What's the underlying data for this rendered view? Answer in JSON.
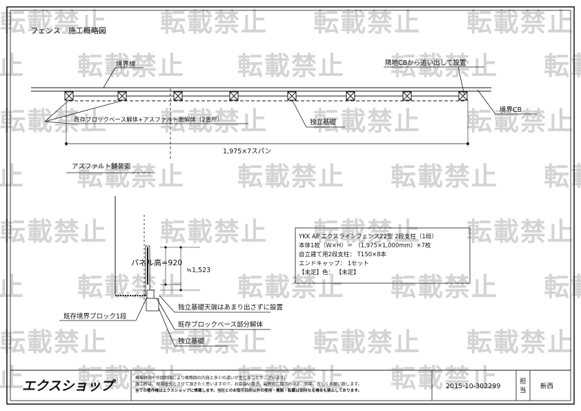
{
  "header": {
    "title": "フェンス　施工概略図"
  },
  "watermark": {
    "text": "転載禁止"
  },
  "plan": {
    "boundary_line_label": "境界線",
    "cb_note": "隣地CBから追い出して設置",
    "boundary_cb_label": "境界CB",
    "demolition_note": "既存ブロックベース解体+アスファルト面解体（2箇所）",
    "foundation_label": "独立基礎",
    "span_label": "1,975×7スパン",
    "asphalt_label": "アスファルト舗装面"
  },
  "section": {
    "panel_height": "パネル高=920",
    "post_height": "≒1,523",
    "existing_block": "既存境界ブロック1段",
    "note_top": "独立基礎天端はあまり出さずに設置",
    "note_mid": "既存ブロックベース部分解体",
    "note_bottom": "独立基礎"
  },
  "spec": {
    "line1": "YKK AP エクスラインフェンス22型 2段支柱（1段）",
    "line2": "本体1枚（W×H）＝ （1,975×1,000mm）×7枚",
    "line3": "自立建て用2段支柱： T150×8本",
    "line4": "エンドキャップ： 1セット",
    "line5": "【未定】色： 【未定】"
  },
  "footer": {
    "logo": "エクスショップ",
    "notice1": "現場状況や作図制限により概略図の内容と多少の違いが生じることがございます。",
    "notice2": "施工時は、現場優先とさせて頂きたく思いますので、お立会い頂き、最終のご指示のほど、何卒、宜しくお願い致します。",
    "notice3": "全ての著作権はエクスショップに帰属します。当社とのお取引目的以外の使用・複製・転載は如何なる場合も禁止しております。",
    "drawing_no": "2015-10-302299",
    "tanto_label_1": "担",
    "tanto_label_2": "当",
    "person": "新西"
  }
}
